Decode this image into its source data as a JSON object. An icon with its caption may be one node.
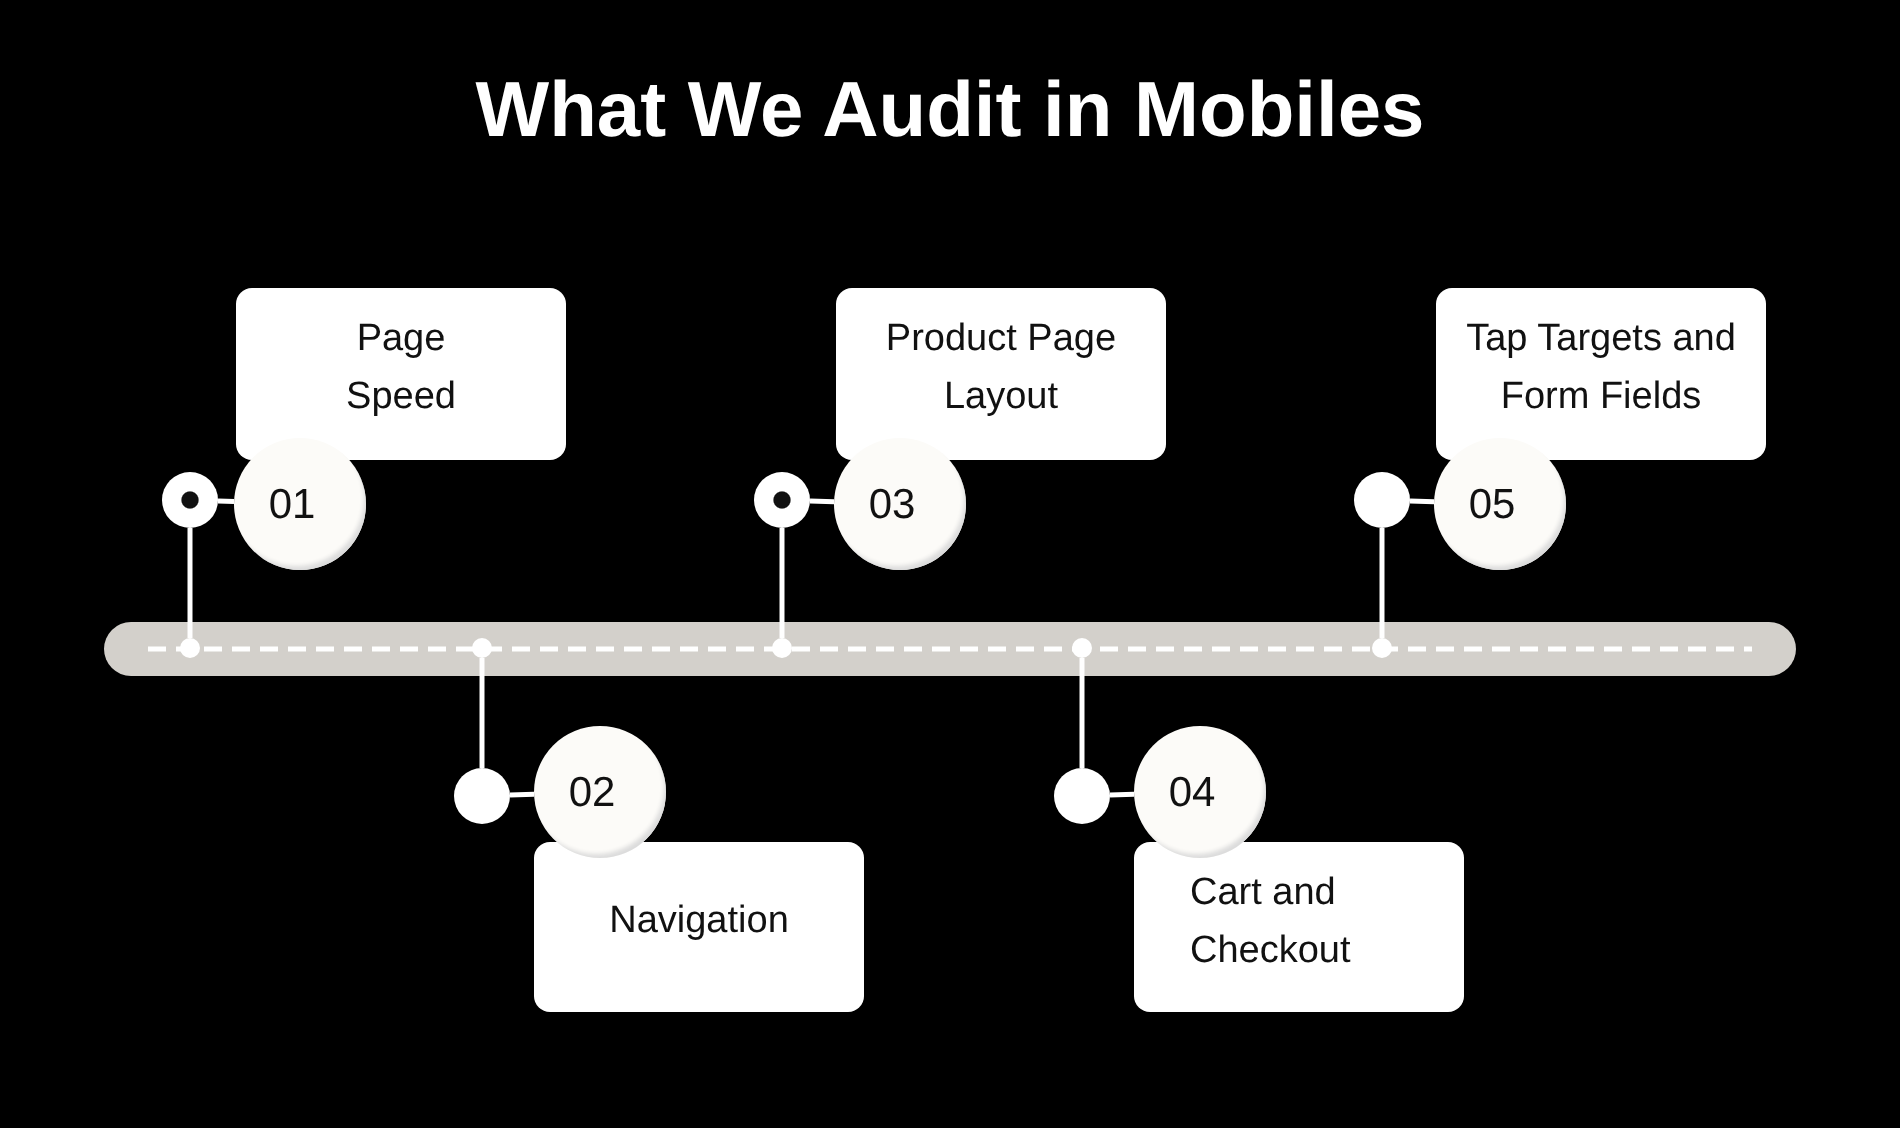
{
  "diagram": {
    "title": "What We Audit in Mobiles",
    "nodes": [
      {
        "text": [],
        "shape": "bar"
      },
      {
        "text": [],
        "shape": "circle",
        "in": 0
      },
      {
        "text": [],
        "shape": "circle",
        "in": 0
      },
      {
        "text": [],
        "shape": "circle",
        "in": 0
      },
      {
        "text": [],
        "shape": "circle",
        "in": 0
      },
      {
        "text": [],
        "shape": "circle",
        "in": 0
      },
      {
        "text": [
          "Page Speed"
        ]
      },
      {
        "text": [
          "01"
        ]
      },
      {
        "text": [],
        "shape": "circle"
      },
      {
        "text": [],
        "shape": "circle"
      },
      {
        "text": [
          "02"
        ]
      },
      {
        "text": [
          "Navigation"
        ]
      },
      {
        "text": [
          "Product Page Layout"
        ]
      },
      {
        "text": [
          "03"
        ]
      },
      {
        "text": [],
        "shape": "circle"
      },
      {
        "text": [],
        "shape": "circle"
      },
      {
        "text": [
          "04"
        ]
      },
      {
        "text": [
          "Cart and Checkout"
        ]
      },
      {
        "text": [
          "Tap Targets and Form Fields"
        ]
      },
      {
        "text": [
          "05"
        ]
      },
      {
        "text": [],
        "shape": "circle"
      }
    ],
    "edges": [
      {
        "from": 8,
        "to": 7,
        "arrow": "none"
      },
      {
        "from": 8,
        "to": 1,
        "arrow": "none"
      },
      {
        "from": 9,
        "to": 10,
        "arrow": "none"
      },
      {
        "from": 9,
        "to": 2,
        "arrow": "none"
      },
      {
        "from": 14,
        "to": 13,
        "arrow": "none"
      },
      {
        "from": 14,
        "to": 3,
        "arrow": "none"
      },
      {
        "from": 15,
        "to": 16,
        "arrow": "none"
      },
      {
        "from": 15,
        "to": 4,
        "arrow": "none"
      },
      {
        "from": 20,
        "to": 19,
        "arrow": "none"
      },
      {
        "from": 20,
        "to": 5,
        "arrow": "none"
      }
    ]
  }
}
